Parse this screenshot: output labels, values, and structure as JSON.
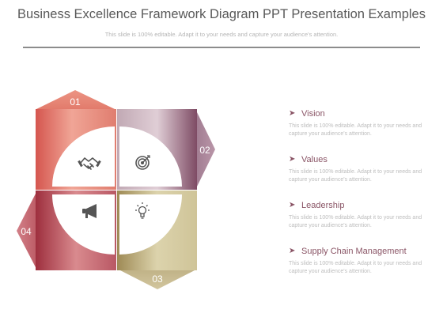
{
  "slide": {
    "title": "Business Excellence Framework Diagram PPT Presentation Examples",
    "subtitle": "This slide is 100% editable. Adapt it to your needs and capture your audience's attention."
  },
  "diagram": {
    "steps": [
      {
        "number": "01",
        "icon": "handshake-icon",
        "color": "#d86a5e"
      },
      {
        "number": "02",
        "icon": "target-icon",
        "color": "#a98697"
      },
      {
        "number": "03",
        "icon": "lightbulb-icon",
        "color": "#b6a67a"
      },
      {
        "number": "04",
        "icon": "megaphone-icon",
        "color": "#b4545f"
      }
    ]
  },
  "list": {
    "items": [
      {
        "title": "Vision",
        "description": "This slide is 100% editable. Adapt it to your needs and capture your audience's attention."
      },
      {
        "title": "Values",
        "description": "This slide is 100% editable. Adapt it to your needs and capture your audience's attention."
      },
      {
        "title": "Leadership",
        "description": "This slide is 100% editable. Adapt it to your needs and capture your audience's attention."
      },
      {
        "title": "Supply Chain Management",
        "description": "This slide is 100% editable. Adapt it to your needs and capture your audience's attention."
      }
    ]
  },
  "colors": {
    "accent": "#8a5566",
    "title_text": "#595959",
    "body_text": "#bdbdbd"
  }
}
